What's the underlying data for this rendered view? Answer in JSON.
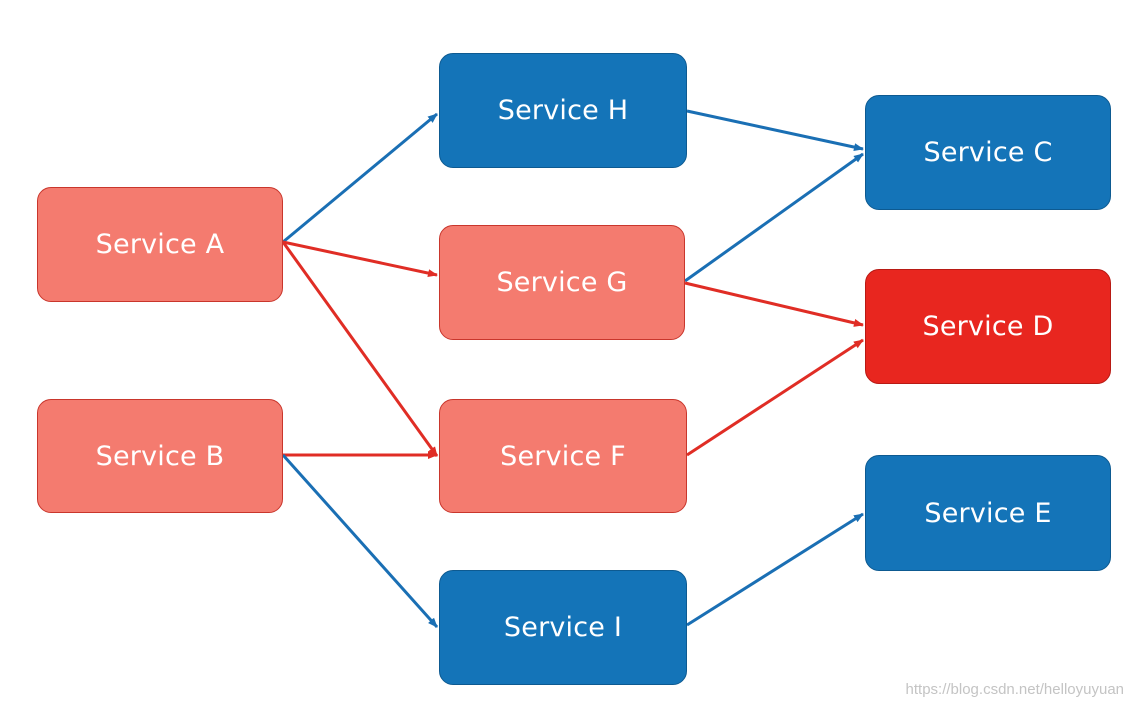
{
  "colors": {
    "failing_soft": "#f47b6f",
    "healthy": "#1474b8",
    "failing_hard": "#e8261f",
    "edge_healthy": "#1a6fb4",
    "edge_failing": "#e02d25"
  },
  "nodes": {
    "a": {
      "label": "Service A",
      "status": "failing-soft"
    },
    "b": {
      "label": "Service B",
      "status": "failing-soft"
    },
    "h": {
      "label": "Service H",
      "status": "healthy"
    },
    "g": {
      "label": "Service G",
      "status": "failing-soft"
    },
    "f": {
      "label": "Service F",
      "status": "failing-soft"
    },
    "i": {
      "label": "Service I",
      "status": "healthy"
    },
    "c": {
      "label": "Service C",
      "status": "healthy"
    },
    "d": {
      "label": "Service D",
      "status": "failing-hard"
    },
    "e": {
      "label": "Service E",
      "status": "healthy"
    }
  },
  "edges": [
    {
      "from": "a",
      "to": "h",
      "color": "blue"
    },
    {
      "from": "a",
      "to": "g",
      "color": "red"
    },
    {
      "from": "a",
      "to": "f",
      "color": "red"
    },
    {
      "from": "b",
      "to": "f",
      "color": "red"
    },
    {
      "from": "b",
      "to": "i",
      "color": "blue"
    },
    {
      "from": "h",
      "to": "c",
      "color": "blue"
    },
    {
      "from": "g",
      "to": "c",
      "color": "blue"
    },
    {
      "from": "g",
      "to": "d",
      "color": "red"
    },
    {
      "from": "f",
      "to": "d",
      "color": "red"
    },
    {
      "from": "i",
      "to": "e",
      "color": "blue"
    }
  ],
  "watermark": "https://blog.csdn.net/helloyuyuan"
}
